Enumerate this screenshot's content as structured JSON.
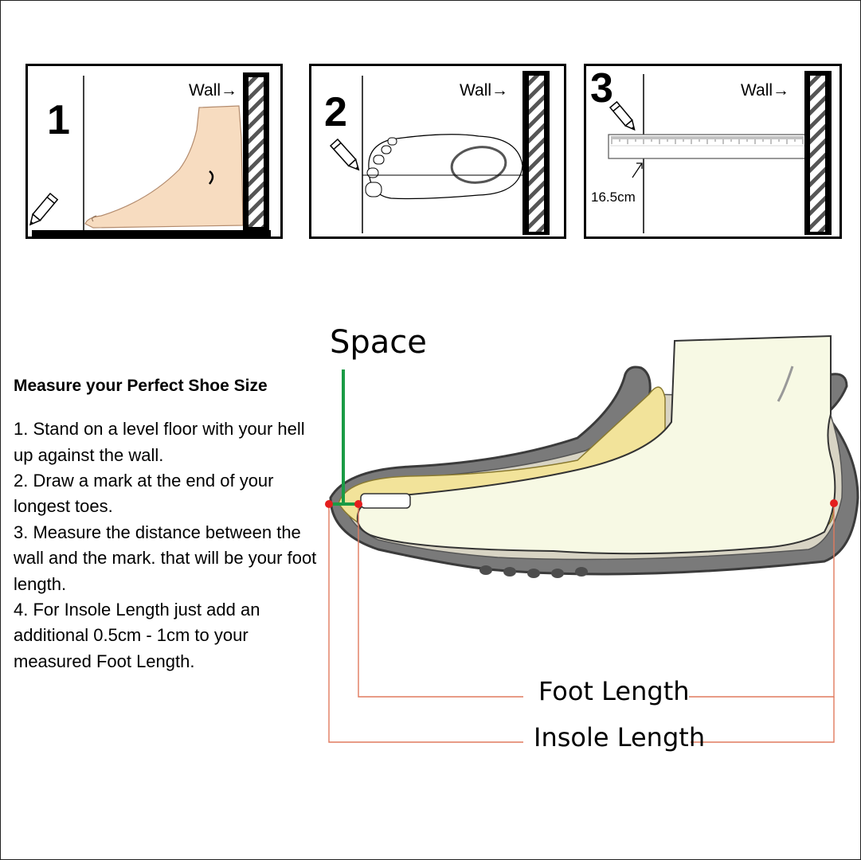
{
  "steps_panels": [
    {
      "number": "1",
      "wall_label": "Wall→"
    },
    {
      "number": "2",
      "wall_label": "Wall→"
    },
    {
      "number": "3",
      "wall_label": "Wall→",
      "measurement": "16.5cm"
    }
  ],
  "instructions": {
    "title": "Measure your Perfect Shoe Size",
    "steps": [
      "1. Stand on a level floor with your hell up against the wall.",
      "2. Draw a mark at the end of your longest toes.",
      "3. Measure the distance between the wall and the mark. that will be your foot length.",
      "4. For Insole Length just add an additional 0.5cm - 1cm to your measured Foot Length."
    ]
  },
  "diagram": {
    "space_label": "Space",
    "foot_length_label": "Foot Length",
    "insole_length_label": "Insole Length"
  },
  "colors": {
    "skin": "#f7dcc0",
    "foot_sock": "#f7f9e4",
    "insole": "#f2e39a",
    "sole": "#6f6f6f",
    "space_marker": "#1a9b45",
    "point": "#e41e1e",
    "guide_line": "#e07a5f"
  },
  "icons": [
    "pencil-icon",
    "wall-hatch-icon",
    "ruler-icon"
  ]
}
